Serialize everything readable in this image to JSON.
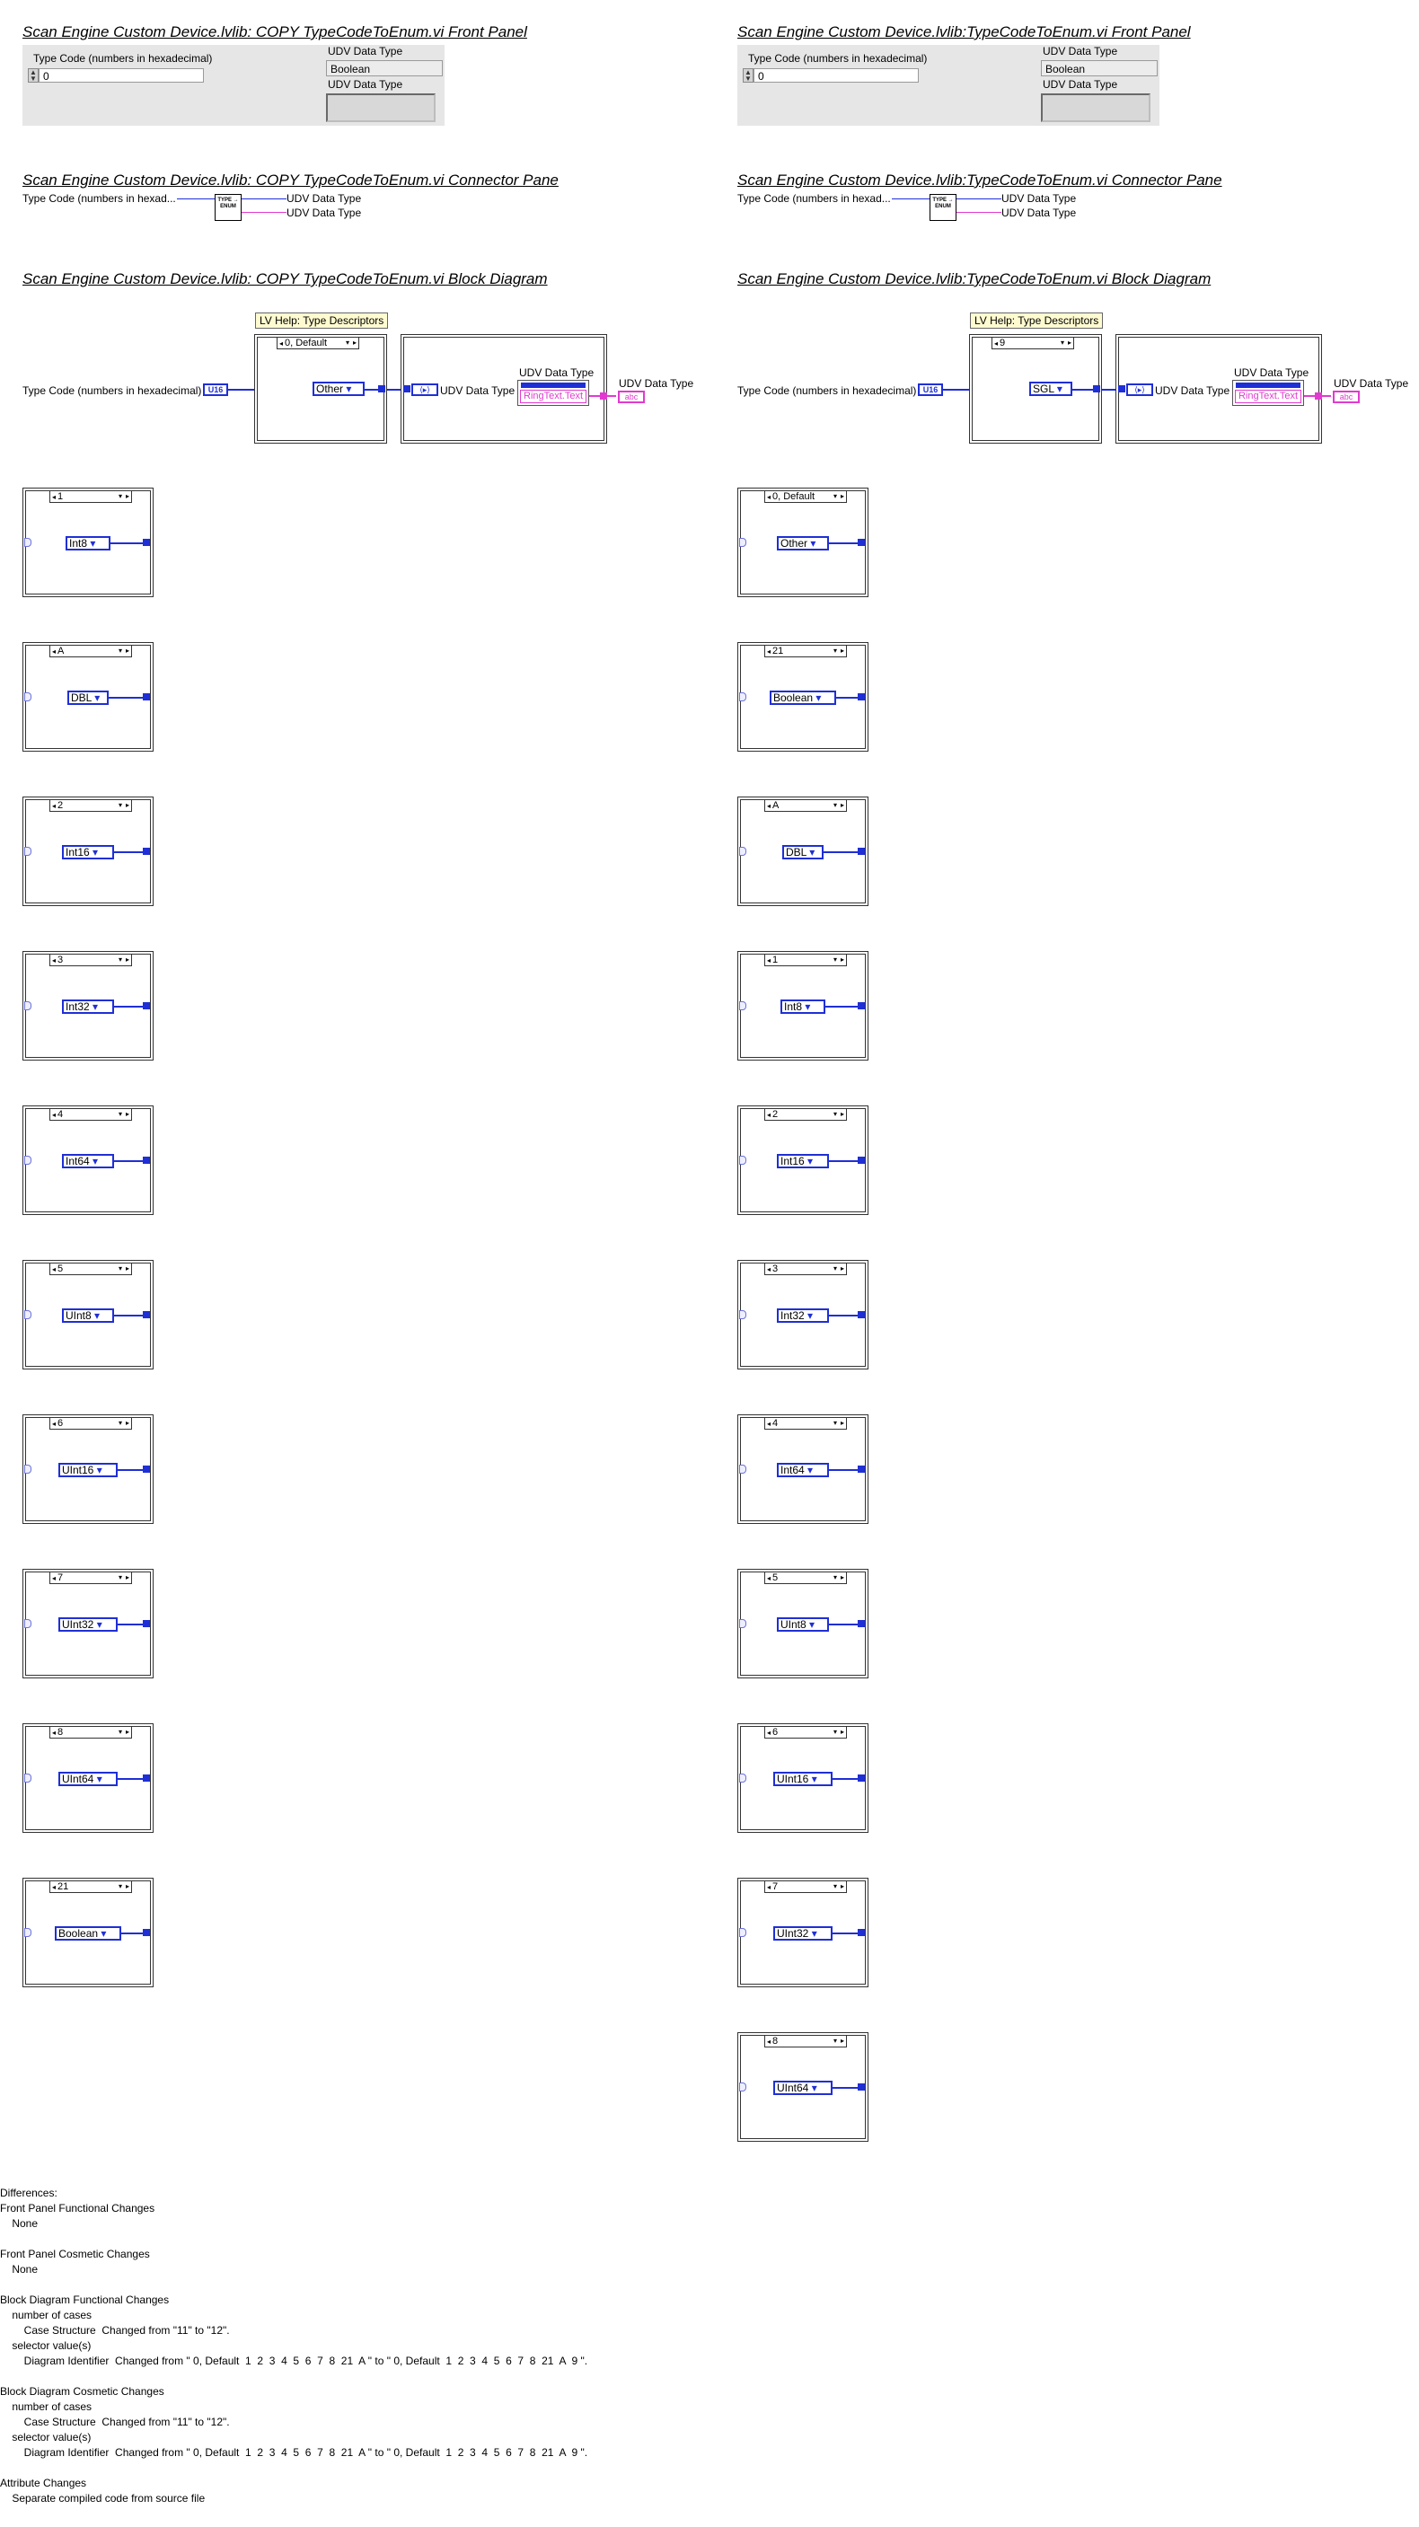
{
  "left": {
    "front_title": "Scan Engine Custom Device.lvlib:  COPY  TypeCodeToEnum.vi Front Panel",
    "connector_title": "Scan Engine Custom Device.lvlib:  COPY  TypeCodeToEnum.vi Connector Pane",
    "block_title": "Scan Engine Custom Device.lvlib:  COPY  TypeCodeToEnum.vi Block Diagram",
    "fp": {
      "type_code_label": "Type Code (numbers in hexadecimal)",
      "type_code_value": "0",
      "udv_label_1": "UDV Data Type",
      "udv_value_1": "Boolean",
      "udv_label_2": "UDV Data Type"
    },
    "cp": {
      "input_label": "Type Code (numbers in hexad...",
      "output_1": "UDV Data Type",
      "output_2": "UDV Data Type",
      "icon_text": "TYPE → ENUM"
    },
    "bd": {
      "help_note": "LV Help: Type Descriptors",
      "input_label": "Type Code (numbers in hexadecimal)",
      "num_term": "U16",
      "main_selector": "0, Default",
      "main_const": "Other",
      "udv_label_left": "UDV Data Type",
      "udv_label_prop": "UDV Data Type",
      "prop_row": "RingText.Text",
      "udv_label_out": "UDV Data Type",
      "enum_term": "⟨▸⟩",
      "str_term": "abc"
    },
    "cases": [
      {
        "selector": "1",
        "value": "Int8"
      },
      {
        "selector": "A",
        "value": "DBL"
      },
      {
        "selector": "2",
        "value": "Int16"
      },
      {
        "selector": "3",
        "value": "Int32"
      },
      {
        "selector": "4",
        "value": "Int64"
      },
      {
        "selector": "5",
        "value": "UInt8"
      },
      {
        "selector": "6",
        "value": "UInt16"
      },
      {
        "selector": "7",
        "value": "UInt32"
      },
      {
        "selector": "8",
        "value": "UInt64"
      },
      {
        "selector": "21",
        "value": "Boolean"
      }
    ]
  },
  "right": {
    "front_title": "Scan Engine Custom Device.lvlib:TypeCodeToEnum.vi Front Panel",
    "connector_title": "Scan Engine Custom Device.lvlib:TypeCodeToEnum.vi Connector Pane",
    "block_title": "Scan Engine Custom Device.lvlib:TypeCodeToEnum.vi Block Diagram",
    "fp": {
      "type_code_label": "Type Code (numbers in hexadecimal)",
      "type_code_value": "0",
      "udv_label_1": "UDV Data Type",
      "udv_value_1": "Boolean",
      "udv_label_2": "UDV Data Type"
    },
    "cp": {
      "input_label": "Type Code (numbers in hexad...",
      "output_1": "UDV Data Type",
      "output_2": "UDV Data Type",
      "icon_text": "TYPE → ENUM"
    },
    "bd": {
      "help_note": "LV Help: Type Descriptors",
      "input_label": "Type Code (numbers in hexadecimal)",
      "num_term": "U16",
      "main_selector": "9",
      "main_const": "SGL",
      "udv_label_left": "UDV Data Type",
      "udv_label_prop": "UDV Data Type",
      "prop_row": "RingText.Text",
      "udv_label_out": "UDV Data Type",
      "enum_term": "⟨▸⟩",
      "str_term": "abc"
    },
    "cases": [
      {
        "selector": "0, Default",
        "value": "Other"
      },
      {
        "selector": "21",
        "value": "Boolean"
      },
      {
        "selector": "A",
        "value": "DBL"
      },
      {
        "selector": "1",
        "value": "Int8"
      },
      {
        "selector": "2",
        "value": "Int16"
      },
      {
        "selector": "3",
        "value": "Int32"
      },
      {
        "selector": "4",
        "value": "Int64"
      },
      {
        "selector": "5",
        "value": "UInt8"
      },
      {
        "selector": "6",
        "value": "UInt16"
      },
      {
        "selector": "7",
        "value": "UInt32"
      },
      {
        "selector": "8",
        "value": "UInt64"
      }
    ]
  },
  "differences": {
    "lines": [
      "Differences:",
      "Front Panel Functional Changes",
      "    None",
      "",
      "Front Panel Cosmetic Changes",
      "    None",
      "",
      "Block Diagram Functional Changes",
      "    number of cases",
      "        Case Structure  Changed from \"11\" to \"12\".",
      "    selector value(s)",
      "        Diagram Identifier  Changed from \" 0, Default  1  2  3  4  5  6  7  8  21  A \" to \" 0, Default  1  2  3  4  5  6  7  8  21  A  9 \".",
      "",
      "Block Diagram Cosmetic Changes",
      "    number of cases",
      "        Case Structure  Changed from \"11\" to \"12\".",
      "    selector value(s)",
      "        Diagram Identifier  Changed from \" 0, Default  1  2  3  4  5  6  7  8  21  A \" to \" 0, Default  1  2  3  4  5  6  7  8  21  A  9 \".",
      "",
      "Attribute Changes",
      "    Separate compiled code from source file"
    ]
  },
  "colors": {
    "wire_blue": "#1f2fd6",
    "wire_pink": "#e23ad0",
    "panel_grey": "#e6e6e6",
    "note_yellow": "#fffbd0"
  }
}
